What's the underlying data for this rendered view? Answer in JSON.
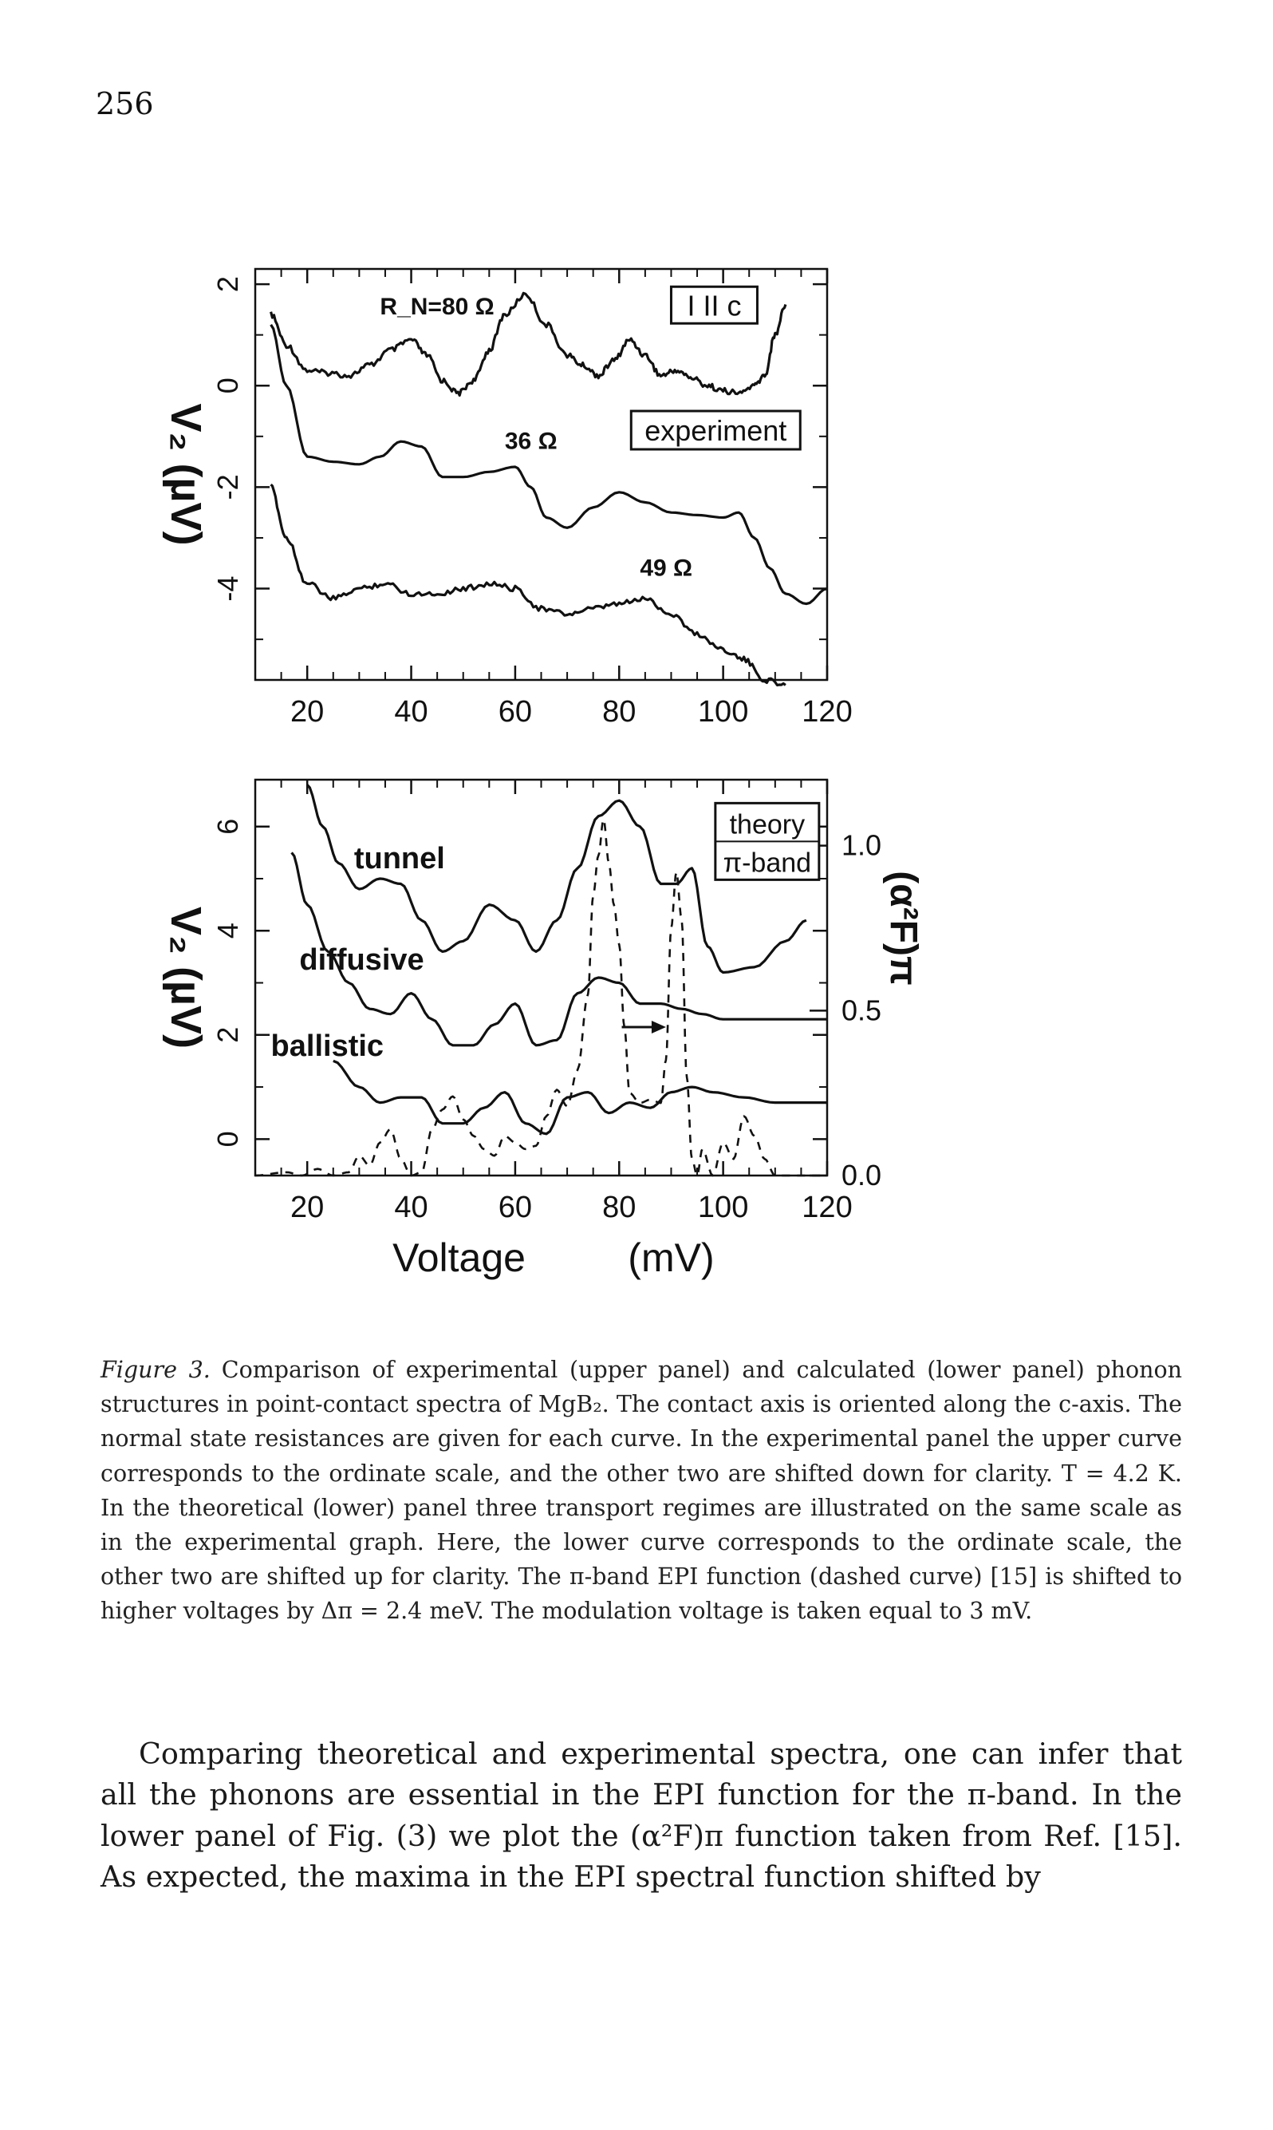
{
  "page_number": "256",
  "figure": {
    "chart_data": [
      {
        "type": "line",
        "panel": "upper",
        "title": "",
        "xlabel": "",
        "ylabel": "V₂ (µV)",
        "xlim": [
          10,
          120
        ],
        "ylim": [
          -5.8,
          2.3
        ],
        "x_ticks": [
          "20",
          "40",
          "60",
          "80",
          "100",
          "120"
        ],
        "y_ticks": [
          "2",
          "0",
          "-2",
          "-4"
        ],
        "y_tick_values": [
          2,
          0,
          -2,
          -4
        ],
        "legend_boxes": [
          "I II c",
          "experiment"
        ],
        "annotations": [
          "R_N=80 Ω",
          "36 Ω",
          "49 Ω"
        ],
        "series": [
          {
            "name": "R_N=80 Ω",
            "style": "noisy-solid",
            "x": [
              13,
              16,
              20,
              24,
              28,
              32,
              36,
              40,
              43,
              46,
              49,
              52,
              55,
              58,
              62,
              66,
              70,
              73,
              76,
              79,
              82,
              85,
              88,
              91,
              94,
              97,
              100,
              103,
              106,
              108,
              110,
              112
            ],
            "y": [
              1.4,
              0.8,
              0.3,
              0.25,
              0.2,
              0.4,
              0.7,
              0.9,
              0.6,
              0.1,
              -0.15,
              0.1,
              0.7,
              1.4,
              1.8,
              1.2,
              0.6,
              0.4,
              0.2,
              0.5,
              0.9,
              0.6,
              0.2,
              0.3,
              0.15,
              0.0,
              -0.1,
              -0.15,
              0.0,
              0.2,
              1.0,
              1.6
            ]
          },
          {
            "name": "36 Ω",
            "style": "solid",
            "x": [
              13,
              16,
              20,
              25,
              30,
              34,
              38,
              42,
              46,
              50,
              55,
              60,
              63,
              66,
              70,
              75,
              80,
              85,
              90,
              95,
              100,
              103,
              106,
              109,
              112,
              116,
              120
            ],
            "y": [
              1.2,
              0.0,
              -1.4,
              -1.5,
              -1.55,
              -1.4,
              -1.1,
              -1.2,
              -1.8,
              -1.8,
              -1.7,
              -1.6,
              -2.0,
              -2.6,
              -2.8,
              -2.4,
              -2.1,
              -2.3,
              -2.5,
              -2.55,
              -2.6,
              -2.5,
              -3.0,
              -3.6,
              -4.1,
              -4.3,
              -4.0
            ]
          },
          {
            "name": "49 Ω",
            "style": "noisy-solid",
            "x": [
              13,
              16,
              20,
              25,
              30,
              35,
              40,
              45,
              50,
              55,
              60,
              65,
              70,
              75,
              80,
              85,
              90,
              95,
              100,
              104,
              108,
              112
            ],
            "y": [
              -2.0,
              -3.0,
              -3.9,
              -4.2,
              -4.0,
              -3.9,
              -4.1,
              -4.1,
              -4.0,
              -3.9,
              -4.0,
              -4.4,
              -4.5,
              -4.4,
              -4.3,
              -4.2,
              -4.5,
              -4.9,
              -5.2,
              -5.4,
              -5.8,
              -5.9
            ]
          }
        ]
      },
      {
        "type": "line",
        "panel": "lower",
        "title": "",
        "xlabel": "Voltage (mV)",
        "ylabel": "V₂ (µV)",
        "y2label": "(α²F)π",
        "xlim": [
          10,
          120
        ],
        "ylim": [
          -0.7,
          6.9
        ],
        "y2lim": [
          0.0,
          1.2
        ],
        "x_ticks": [
          "20",
          "40",
          "60",
          "80",
          "100",
          "120"
        ],
        "y_ticks": [
          "6",
          "4",
          "2",
          "0"
        ],
        "y_tick_values": [
          6,
          4,
          2,
          0
        ],
        "y2_ticks": [
          "1.0",
          "0.5",
          "0.0"
        ],
        "y2_tick_values": [
          1.0,
          0.5,
          0.0
        ],
        "legend_boxes": [
          "theory",
          "π-band"
        ],
        "series": [
          {
            "name": "tunnel",
            "style": "solid",
            "x": [
              20,
              23,
              26,
              30,
              34,
              38,
              42,
              46,
              50,
              55,
              60,
              64,
              68,
              72,
              76,
              80,
              84,
              88,
              91,
              94,
              97,
              100,
              106,
              112,
              116
            ],
            "y": [
              6.8,
              6.0,
              5.3,
              4.8,
              5.0,
              4.9,
              4.2,
              3.6,
              3.8,
              4.5,
              4.2,
              3.6,
              4.2,
              5.2,
              6.2,
              6.5,
              6.0,
              4.9,
              4.9,
              5.2,
              3.7,
              3.2,
              3.3,
              3.8,
              4.2
            ]
          },
          {
            "name": "diffusive",
            "style": "solid",
            "x": [
              17,
              20,
              24,
              28,
              32,
              36,
              40,
              44,
              48,
              52,
              56,
              60,
              64,
              68,
              72,
              76,
              80,
              84,
              88,
              92,
              96,
              100,
              110,
              120
            ],
            "y": [
              5.5,
              4.5,
              3.6,
              3.0,
              2.5,
              2.4,
              2.8,
              2.3,
              1.8,
              1.8,
              2.2,
              2.6,
              1.8,
              1.9,
              2.8,
              3.1,
              3.0,
              2.6,
              2.6,
              2.5,
              2.4,
              2.3,
              2.3,
              2.3
            ]
          },
          {
            "name": "ballistic",
            "style": "solid",
            "x": [
              25,
              30,
              34,
              38,
              42,
              46,
              50,
              54,
              58,
              62,
              66,
              70,
              74,
              78,
              82,
              86,
              90,
              94,
              98,
              104,
              110,
              120
            ],
            "y": [
              1.5,
              1.0,
              0.7,
              0.8,
              0.8,
              0.3,
              0.3,
              0.6,
              0.9,
              0.3,
              0.1,
              0.8,
              0.9,
              0.5,
              0.7,
              0.6,
              0.9,
              1.0,
              0.9,
              0.8,
              0.7,
              0.7
            ]
          },
          {
            "name": "π-band EPI",
            "style": "dashed",
            "axis": "y2",
            "x": [
              10,
              16,
              19,
              22,
              25,
              28,
              30,
              32,
              34,
              36,
              38,
              40,
              42,
              44,
              46,
              48,
              50,
              52,
              54,
              56,
              58,
              60,
              62,
              64,
              66,
              68,
              70,
              72,
              74,
              75,
              76,
              77,
              78,
              79,
              80,
              81,
              82,
              84,
              86,
              88,
              89,
              90,
              91,
              92,
              93,
              94,
              95,
              96,
              98,
              100,
              102,
              104,
              106,
              108,
              110,
              112,
              114,
              116,
              120
            ],
            "y": [
              0.0,
              0.01,
              0.0,
              0.02,
              0.0,
              0.01,
              0.06,
              0.03,
              0.1,
              0.14,
              0.05,
              0.0,
              0.01,
              0.14,
              0.2,
              0.24,
              0.17,
              0.12,
              0.08,
              0.06,
              0.12,
              0.1,
              0.08,
              0.09,
              0.18,
              0.26,
              0.21,
              0.32,
              0.55,
              0.85,
              0.97,
              1.08,
              0.95,
              0.82,
              0.7,
              0.45,
              0.25,
              0.22,
              0.23,
              0.22,
              0.35,
              0.75,
              0.92,
              0.78,
              0.3,
              0.05,
              0.0,
              0.08,
              0.0,
              0.1,
              0.05,
              0.18,
              0.12,
              0.05,
              0.0,
              0.0,
              0.0,
              0.0,
              0.0
            ]
          }
        ]
      }
    ]
  },
  "caption": {
    "label": "Figure 3.",
    "text": "Comparison of experimental (upper panel) and calculated (lower panel) phonon structures in point-contact spectra of MgB₂. The contact axis is oriented along the c-axis. The normal state resistances are given for each curve. In the experimental panel the upper curve corresponds to the ordinate scale, and the other two are shifted down for clarity. T = 4.2 K. In the theoretical (lower) panel three transport regimes are illustrated on the same scale as in the experimental graph. Here, the lower curve corresponds to the ordinate scale, the other two are shifted up for clarity. The π-band EPI function (dashed curve) [15] is shifted to higher voltages by Δπ = 2.4 meV. The modulation voltage is taken equal to 3 mV."
  },
  "body": {
    "paragraph": "Comparing theoretical and experimental spectra, one can infer that all the phonons are essential in the EPI function for the π-band. In the lower panel of Fig. (3) we plot the (α²F)π function taken from Ref. [15]. As expected, the maxima in the EPI spectral function shifted by"
  }
}
